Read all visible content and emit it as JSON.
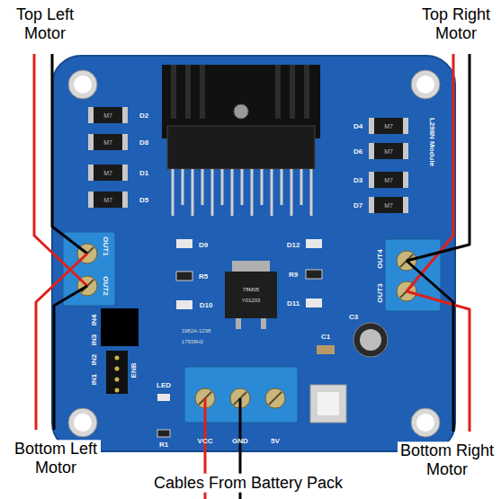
{
  "diagram": {
    "labels": [
      "Top Left Motor",
      "Top Right Motor",
      "Bottom Left Motor",
      "Bottom Right Motor",
      "Cables From Battery Pack",
      "L298N Module",
      "D2",
      "D8",
      "D1",
      "D5",
      "D4",
      "D6",
      "D3",
      "D7",
      "D9",
      "R5",
      "D10",
      "D12",
      "R9",
      "D11",
      "OUT1",
      "OUT2",
      "OUT4",
      "OUT3",
      "78M05",
      "Y01203",
      "1982A-1298",
      "17938H2",
      "C1",
      "C3",
      "VCC",
      "GND",
      "5V",
      "LED",
      "R1",
      "IN4",
      "IN3",
      "IN2",
      "IN1",
      "ENB",
      "M7",
      "M7",
      "M7",
      "M7",
      "M7",
      "M7",
      "M7",
      "M7"
    ]
  }
}
